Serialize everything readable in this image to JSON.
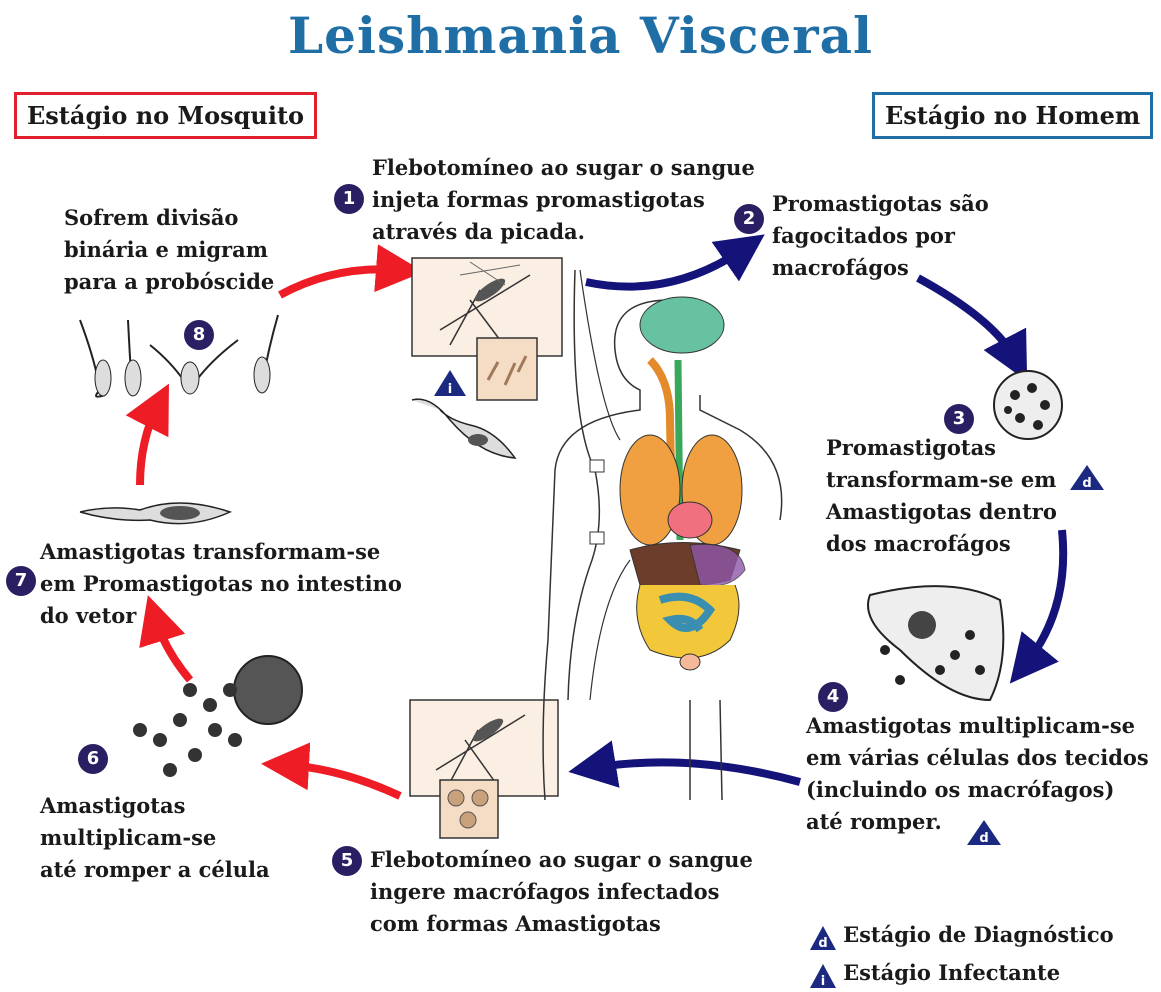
{
  "title": "Leishmania Visceral",
  "stages": {
    "mosquito": "Estágio no Mosquito",
    "human": "Estágio no Homem"
  },
  "steps": [
    {
      "num": "1",
      "lines": [
        "Flebotomíneo ao sugar o sangue",
        "injeta formas promastigotas",
        "através da picada."
      ]
    },
    {
      "num": "2",
      "lines": [
        "Promastigotas são",
        "fagocitados por",
        "macrofágos"
      ]
    },
    {
      "num": "3",
      "lines": [
        "Promastigotas",
        "transformam-se em",
        "Amastigotas dentro",
        "dos macrofágos"
      ]
    },
    {
      "num": "4",
      "lines": [
        "Amastigotas multiplicam-se",
        "em várias células dos tecidos",
        "(incluindo os macrófagos)",
        "até romper."
      ]
    },
    {
      "num": "5",
      "lines": [
        "Flebotomíneo ao sugar o sangue",
        "ingere macrófagos infectados",
        "com formas Amastigotas"
      ]
    },
    {
      "num": "6",
      "lines": [
        "Amastigotas",
        "multiplicam-se",
        "até romper a célula"
      ]
    },
    {
      "num": "7",
      "lines": [
        "Amastigotas transformam-se",
        "em Promastigotas no intestino",
        "do vetor"
      ]
    },
    {
      "num": "8",
      "lines": [
        "Sofrem divisão",
        "binária e migram",
        "para a probóscide"
      ]
    }
  ],
  "legend": {
    "diagnostic_letter": "d",
    "diagnostic_label": "Estágio de Diagnóstico",
    "infective_letter": "i",
    "infective_label": "Estágio Infectante"
  },
  "colors": {
    "title": "#1f6fa6",
    "mosquito_stage": "#e0202a",
    "human_stage": "#1f6fa6",
    "step_badge": "#2b1f63",
    "arrow_red": "#ee1c25",
    "arrow_blue": "#14137a"
  }
}
